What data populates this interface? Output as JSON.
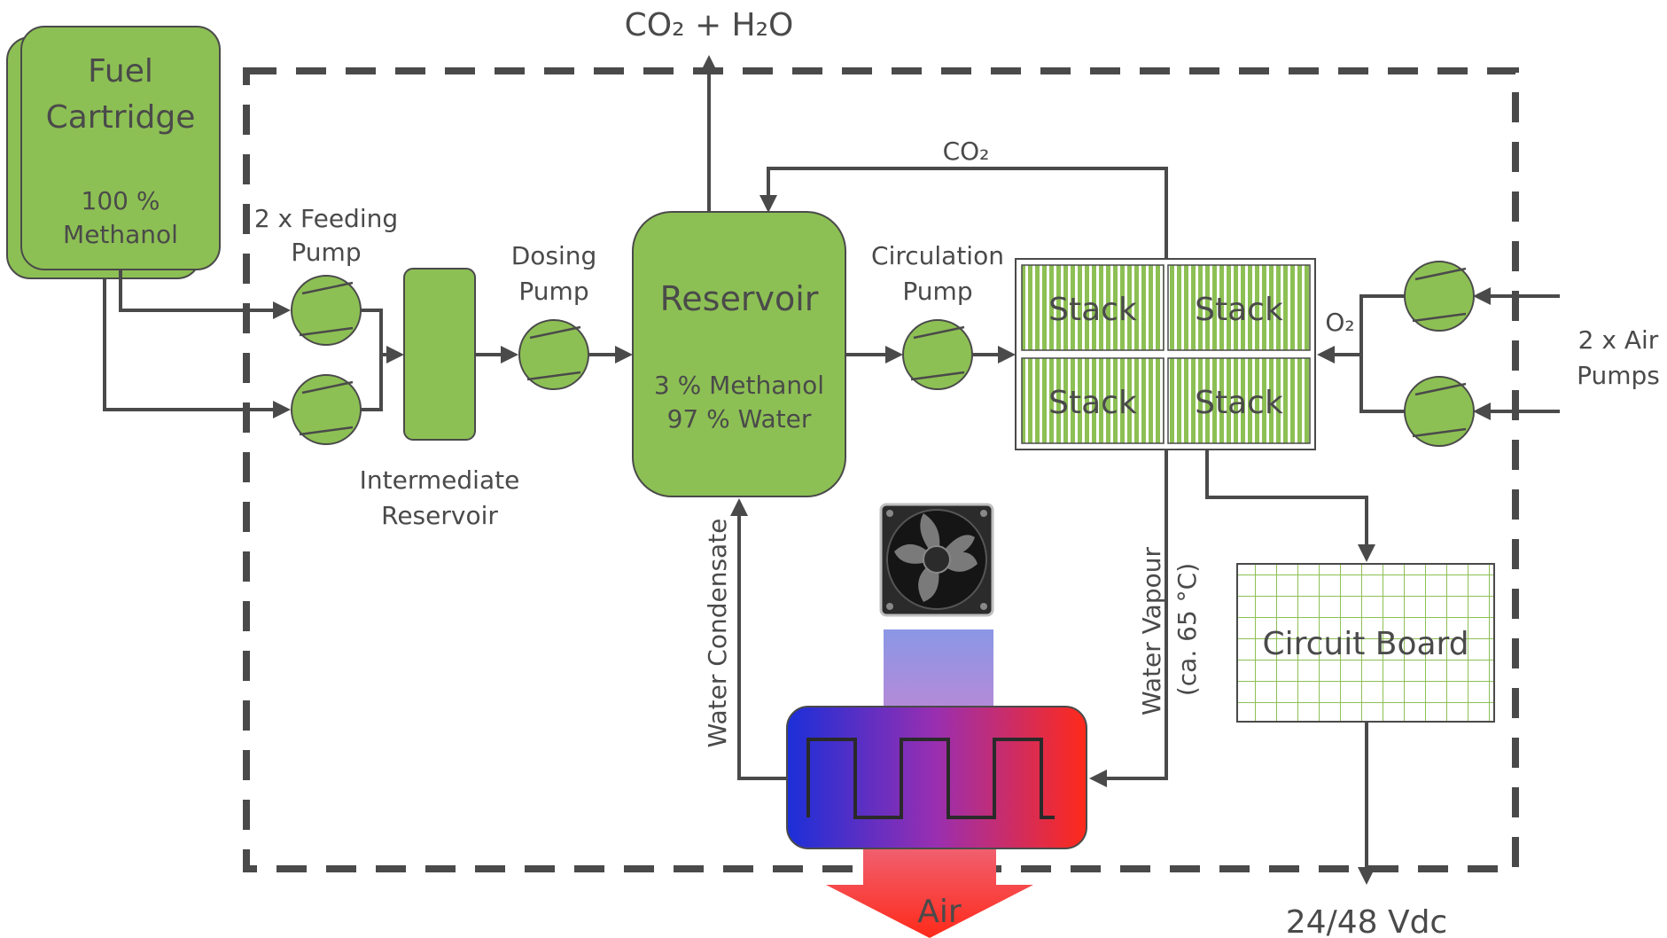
{
  "colors": {
    "green": "#8dc054",
    "green_dark": "#6f9a3c",
    "line": "#4a4a4a",
    "cold": "#1b2fd8",
    "hot": "#ff2a1a"
  },
  "labels": {
    "exhaust": "CO₂ + H₂O",
    "co2_return": "CO₂",
    "fuel_title_1": "Fuel",
    "fuel_title_2": "Cartridge",
    "fuel_content_1": "100 %",
    "fuel_content_2": "Methanol",
    "feeding_pump_1": "2 x Feeding",
    "feeding_pump_2": "Pump",
    "intermediate_1": "Intermediate",
    "intermediate_2": "Reservoir",
    "dosing_pump_1": "Dosing",
    "dosing_pump_2": "Pump",
    "reservoir_title": "Reservoir",
    "reservoir_content_1": "3 % Methanol",
    "reservoir_content_2": "97 % Water",
    "circulation_pump_1": "Circulation",
    "circulation_pump_2": "Pump",
    "stack": [
      "Stack",
      "Stack",
      "Stack",
      "Stack"
    ],
    "o2": "O₂",
    "air_pumps_1": "2 x Air",
    "air_pumps_2": "Pumps",
    "water_condensate": "Water Condensate",
    "water_vapour": "Water Vapour",
    "water_vapour_temp": "(ca. 65 °C)",
    "circuit_board": "Circuit Board",
    "air": "Air",
    "output_voltage": "24/48 Vdc"
  },
  "icons": {
    "pump": "pump-icon",
    "fan": "fan-icon",
    "heat_exchanger": "heat-exchanger-icon"
  }
}
